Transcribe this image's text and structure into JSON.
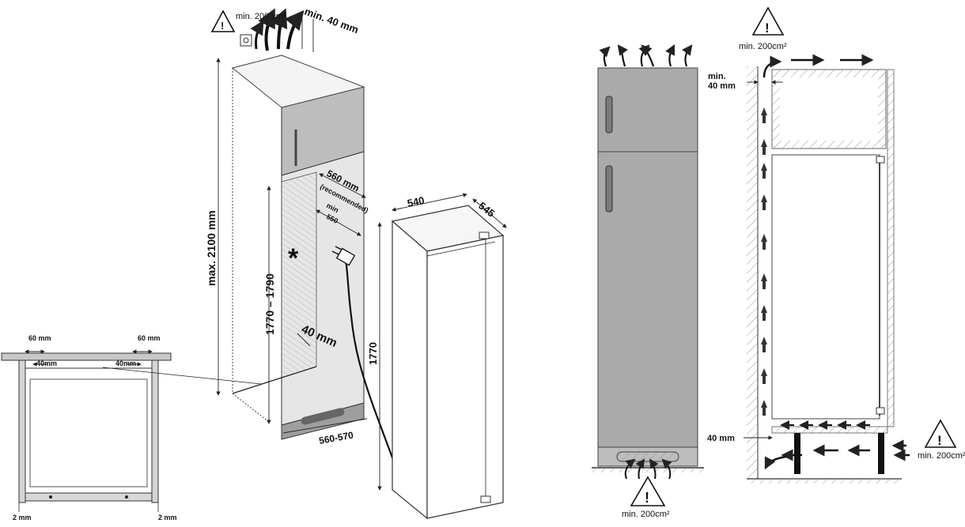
{
  "left_figure": {
    "top_warning": "min. 200 cm²",
    "top_gap": "min. 40 mm",
    "height_max": "max. 2100 mm",
    "niche_height": "1770 – 1790",
    "depth_recommended": "560 mm",
    "depth_recommended_note": "(recommended)",
    "depth_min": "min",
    "depth_min_value": "550",
    "rear_gap": "40 mm",
    "niche_width": "560-570",
    "asterisk": "*",
    "appliance_width": "540",
    "appliance_depth": "545",
    "appliance_height": "1770"
  },
  "plan_detail": {
    "left_side": "60 mm",
    "right_side": "60 mm",
    "left_gap": "40mm",
    "right_gap": "40mm",
    "bottom_left": "2 mm",
    "bottom_right": "2 mm"
  },
  "right_figure": {
    "bottom_warning": "min. 200cm²",
    "top_warning": "min. 200cm²",
    "top_gap_label": "min.",
    "top_gap_value": "40 mm",
    "bottom_gap": "40 mm",
    "side_warning": "min. 200cm²"
  }
}
